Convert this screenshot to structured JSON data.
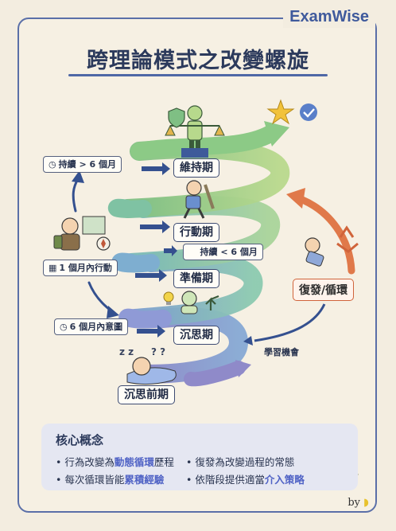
{
  "brand": "ExamWise",
  "title": "跨理論模式之改變螺旋",
  "stages": {
    "maintenance": "維持期",
    "action": "行動期",
    "preparation": "準備期",
    "contemplation": "沉思期",
    "precontemplation": "沉思前期"
  },
  "duration_tags": {
    "over6": "持續 > 6 個月",
    "under6": "持續 < 6 個月",
    "within1": "1 個月內行動",
    "within6": "6 個月內意圖"
  },
  "relapse": "復發/循環",
  "learning": "學習機會",
  "core": {
    "title": "核心概念",
    "items": [
      {
        "pre": "行為改變為",
        "hl": "動態循環",
        "post": "歷程"
      },
      {
        "pre": "復發為改變過程的常態",
        "hl": "",
        "post": ""
      },
      {
        "pre": "每次循環皆能",
        "hl": "累積經驗",
        "post": ""
      },
      {
        "pre": "依階段提供適當",
        "hl": "介入策略",
        "post": ""
      }
    ]
  },
  "signature": "by",
  "colors": {
    "accent": "#4f62c5",
    "relapse": "#d0643b",
    "spiral_top": "#8fc98a",
    "spiral_bottom": "#8f86c9"
  }
}
